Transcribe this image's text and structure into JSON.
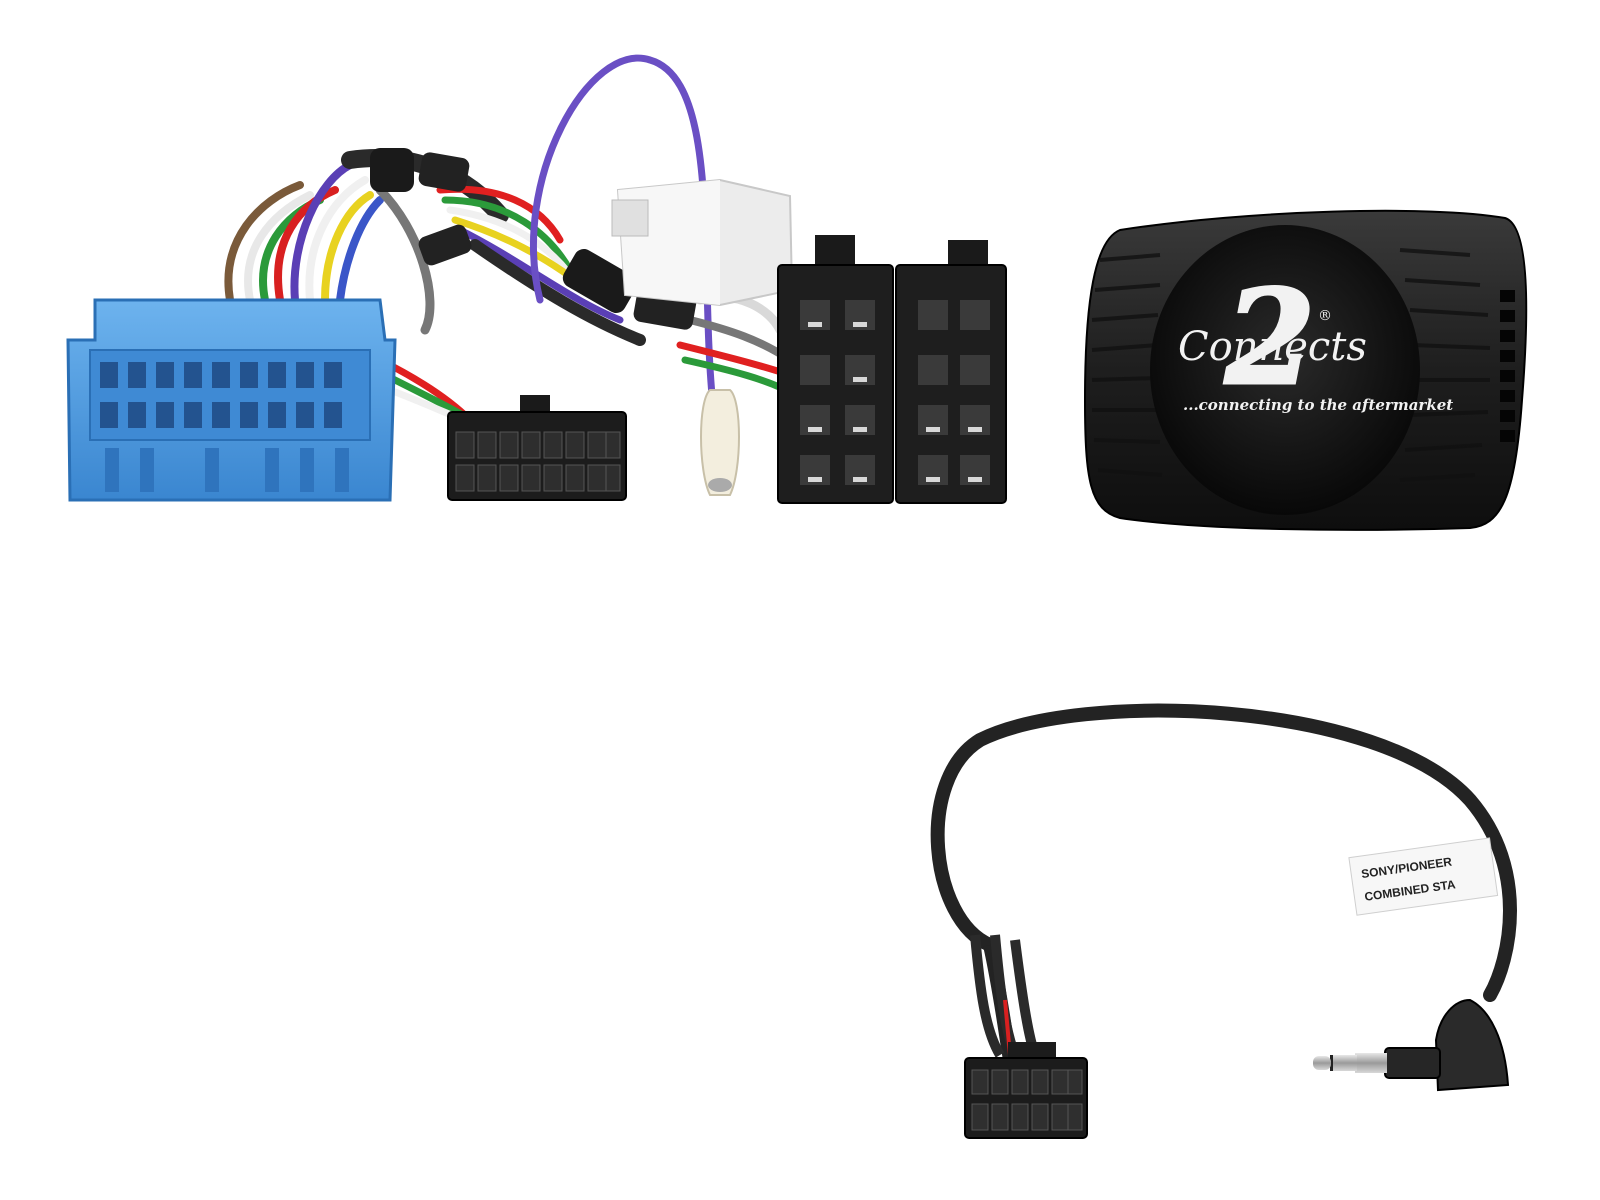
{
  "module": {
    "brand_logo_wordmark": "Connects",
    "brand_logo_numeral": "2",
    "brand_logo_registered": "®",
    "tagline": "...connecting to the aftermarket"
  },
  "patch_lead": {
    "tag_line1": "SONY/PIONEER",
    "tag_line2": "COMBINED STA"
  },
  "colors": {
    "blue_connector": "#4a9be0",
    "black_plastic": "#1c1c1c",
    "purple_wire": "#6a4fc4"
  }
}
